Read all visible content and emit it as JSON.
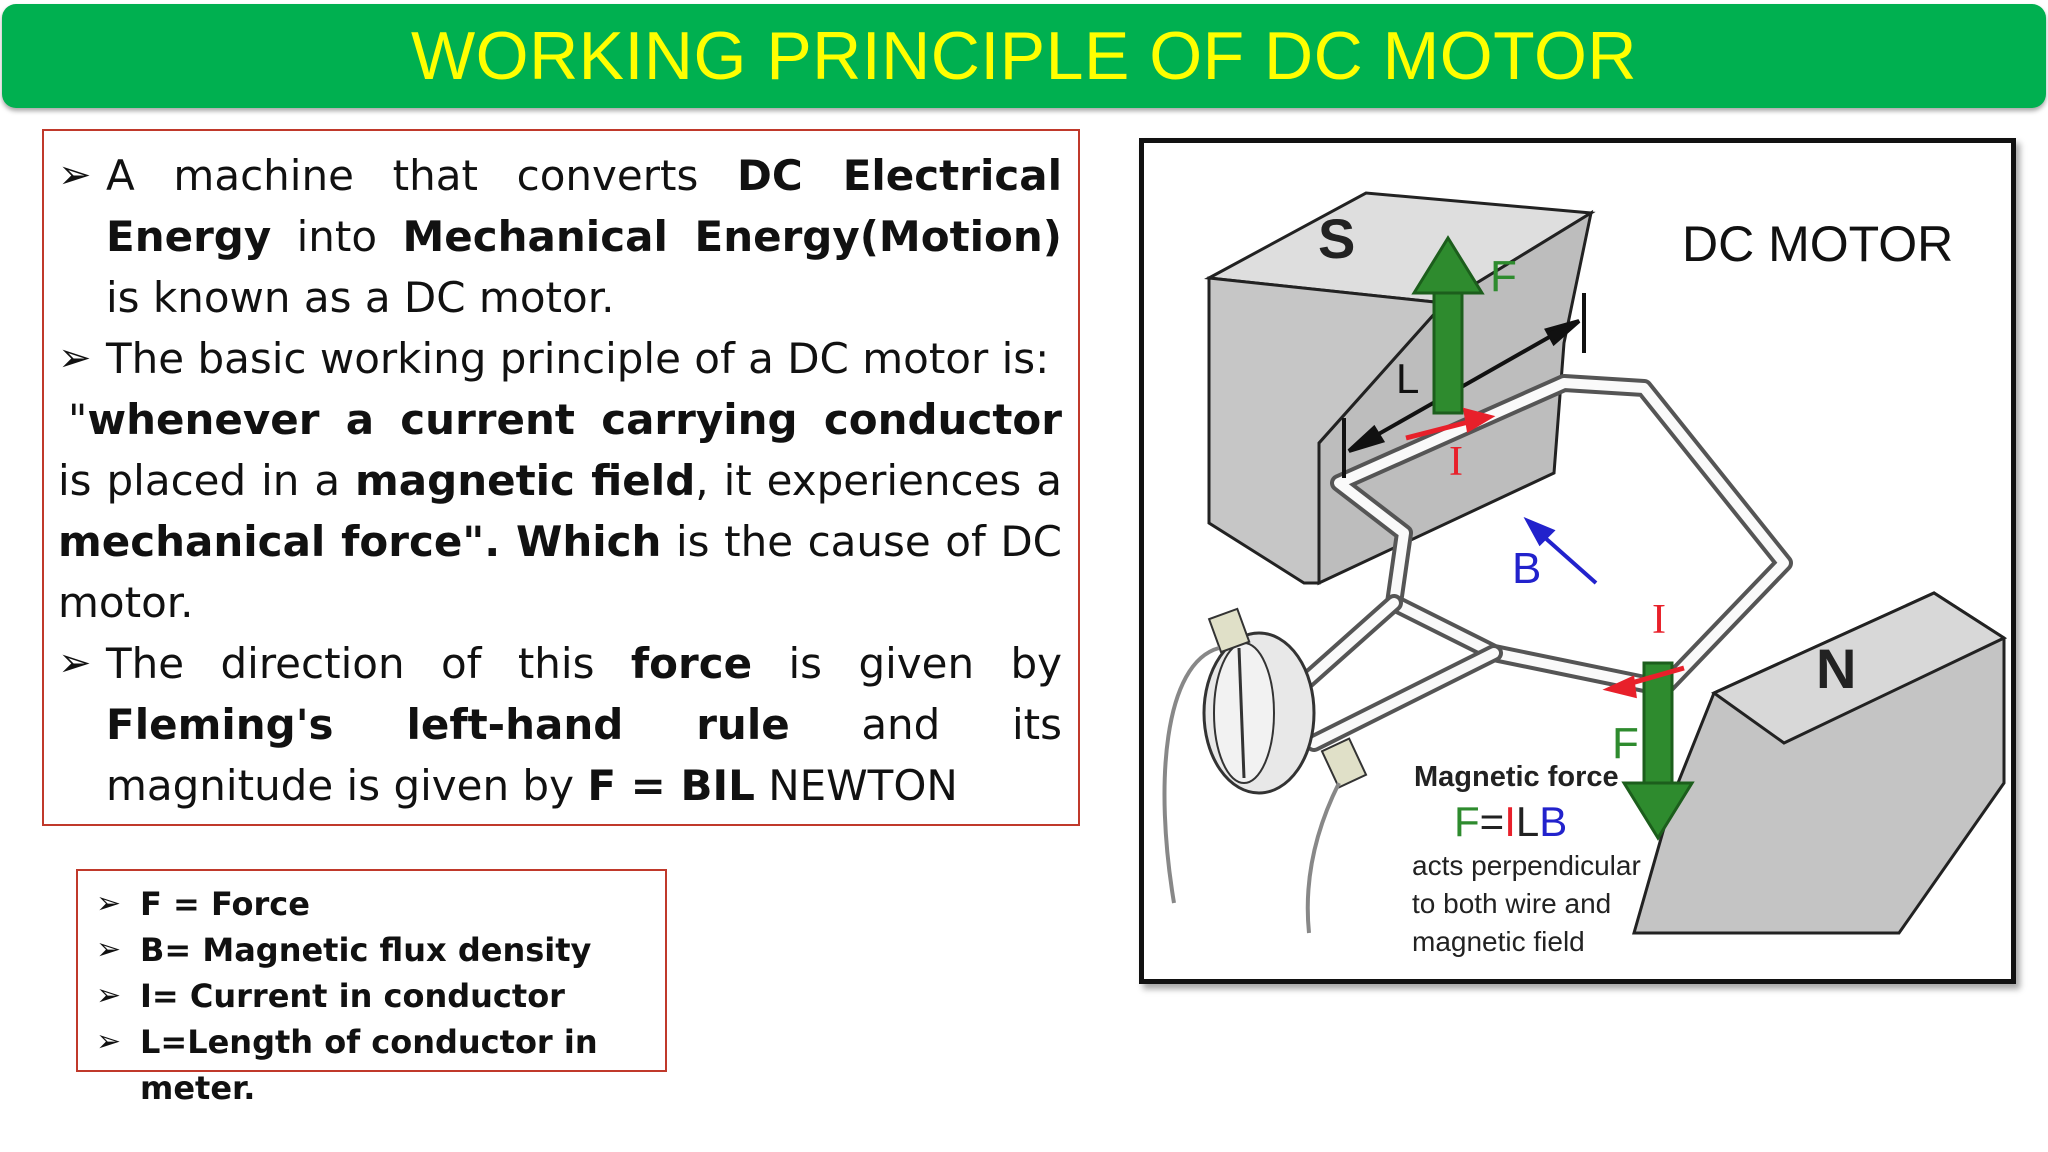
{
  "title": "WORKING PRINCIPLE OF DC MOTOR",
  "bullet_glyph": "➢",
  "main": {
    "p1": {
      "a": "A machine that converts ",
      "b1": "DC Electrical Energy",
      "c": " into ",
      "b2": "Mechanical Energy(Motion)",
      "d": " is known as a DC motor."
    },
    "p2": "The basic working principle of a DC motor is:",
    "p3": {
      "q": " \"",
      "b1": "whenever a current carrying conductor",
      "c": " is placed in a ",
      "b2": "magnetic field",
      "d": ", it experiences a ",
      "b3": "mechanical force\". Which",
      "e": " is the cause of DC motor."
    },
    "p4": {
      "a": "The direction of this ",
      "b1": "force",
      "c": " is given by ",
      "b2": "Fleming's left-hand rule",
      "d": " and its magnitude is given by ",
      "b3": "F = BIL",
      "e": "  NEWTON"
    }
  },
  "legend": [
    "F = Force",
    "B= Magnetic flux density",
    "I= Current in conductor",
    "L=Length of conductor in meter."
  ],
  "figure": {
    "caption": "DC MOTOR",
    "pole_s": "S",
    "pole_n": "N",
    "label_f_top": "F",
    "label_f_bottom": "F",
    "label_l": "L",
    "label_i_top": "I",
    "label_i_bottom": "I",
    "label_b": "B",
    "mag_force_title": "Magnetic force",
    "formula_f": "F",
    "formula_eq": "=",
    "formula_i": "I",
    "formula_l": "L",
    "formula_b": "B",
    "mag_line1": "acts perpendicular",
    "mag_line2": "to both wire and",
    "mag_line3": "magnetic field"
  },
  "colors": {
    "title_bg": "#00b050",
    "title_text": "#ffff00",
    "box_border": "#c0392b",
    "force_arrow": "#2e8b2e",
    "current": "#e8202a",
    "field": "#2222cc",
    "magnet": "#c8c8c8"
  }
}
